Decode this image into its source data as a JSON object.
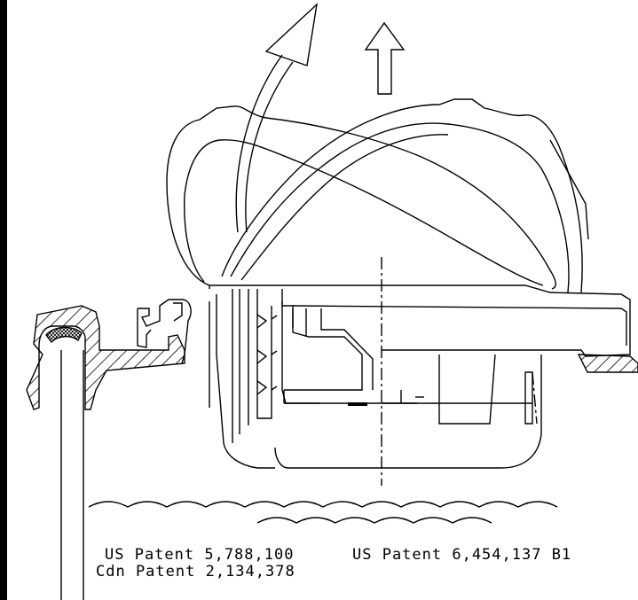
{
  "patents": {
    "us_primary": "US Patent 5,788,100",
    "cdn": "Cdn Patent 2,134,378",
    "us_secondary": "US Patent 6,454,137 B1"
  },
  "colors": {
    "line": "#000000",
    "background": "#ffffff"
  }
}
